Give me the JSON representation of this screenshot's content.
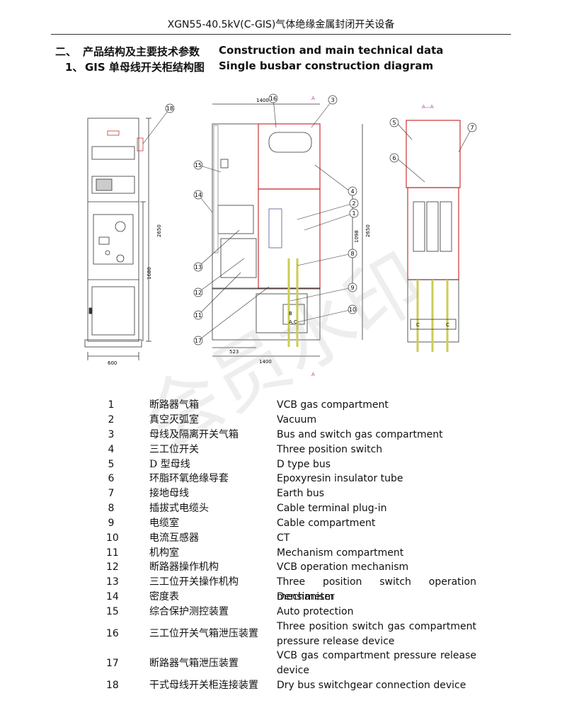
{
  "header": {
    "title": "XGN55-40.5kV(C-GIS)气体绝缘金属封闭开关设备"
  },
  "heading1": {
    "num": "二、",
    "cn": "产品结构及主要技术参数",
    "en": "Construction and main technical data"
  },
  "heading2": {
    "num": "1、",
    "cn": "GIS 单母线开关柜结构图",
    "en": "Single busbar construction diagram"
  },
  "watermark": "会员水印",
  "diagram": {
    "dims": {
      "left_width": "600",
      "left_h1": "2650",
      "left_h2": "1680",
      "mid_top": "1400",
      "mid_bottom": "1400",
      "mid_523": "523",
      "mid_h1": "1098",
      "mid_h2": "2650",
      "section": "A—A",
      "a_mark": "A",
      "box_b": "B",
      "box_ac": "A,C",
      "box_c": "C"
    },
    "callouts": [
      "1",
      "2",
      "3",
      "4",
      "5",
      "6",
      "7",
      "8",
      "9",
      "10",
      "11",
      "12",
      "13",
      "14",
      "15",
      "16",
      "17",
      "18"
    ]
  },
  "parts": [
    {
      "n": "1",
      "cn": "断路器气箱",
      "en": "VCB gas compartment"
    },
    {
      "n": "2",
      "cn": "真空灭弧室",
      "en": "Vacuum"
    },
    {
      "n": "3",
      "cn": "母线及隔离开关气箱",
      "en": "Bus and switch gas compartment"
    },
    {
      "n": "4",
      "cn": "三工位开关",
      "en": "Three position switch"
    },
    {
      "n": "5",
      "cn": "D 型母线",
      "en": "D type bus"
    },
    {
      "n": "6",
      "cn": "环脂环氧绝缘导套",
      "en": "Epoxyresin insulator tube"
    },
    {
      "n": "7",
      "cn": "接地母线",
      "en": "Earth bus"
    },
    {
      "n": "8",
      "cn": "插拔式电缆头",
      "en": "Cable terminal plug-in"
    },
    {
      "n": "9",
      "cn": "电缆室",
      "en": "Cable compartment"
    },
    {
      "n": "10",
      "cn": "电流互感器",
      "en": "CT"
    },
    {
      "n": "11",
      "cn": "机构室",
      "en": "Mechanism compartment"
    },
    {
      "n": "12",
      "cn": "断路器操作机构",
      "en": "VCB operation mechanism"
    },
    {
      "n": "13",
      "cn": "三工位开关操作机构",
      "en": "Three position switch operation mechanism"
    },
    {
      "n": "14",
      "cn": "密度表",
      "en": "Densimeter"
    },
    {
      "n": "15",
      "cn": "综合保护测控装置",
      "en": "Auto protection"
    },
    {
      "n": "16",
      "cn": "三工位开关气箱泄压装置",
      "en": "Three position switch gas compartment pressure release device"
    },
    {
      "n": "17",
      "cn": "断路器气箱泄压装置",
      "en": "VCB gas compartment pressure release device"
    },
    {
      "n": "18",
      "cn": "干式母线开关柜连接装置",
      "en": "Dry bus switchgear connection device"
    }
  ]
}
